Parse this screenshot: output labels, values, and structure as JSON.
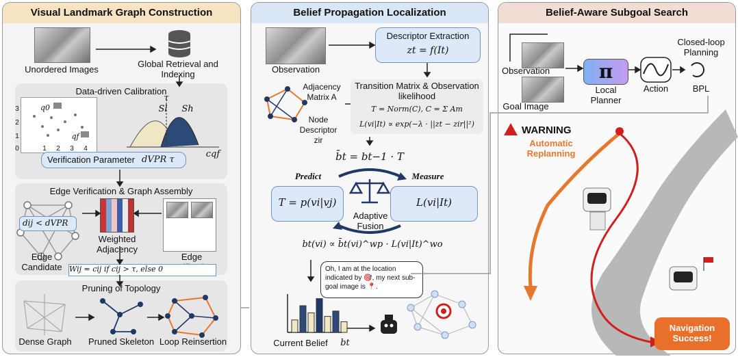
{
  "panels": {
    "left_title": "Visual Landmark Graph Construction",
    "mid_title": "Belief Propagation Localization",
    "right_title": "Belief-Aware Subgoal Search"
  },
  "left": {
    "unordered_images": "Unordered Images",
    "global_retrieval": "Global Retrieval and Indexing",
    "calibration_title": "Data-driven Calibration",
    "yticks": [
      "3",
      "2",
      "1",
      "0"
    ],
    "xticks": [
      "1",
      "2",
      "3",
      "4"
    ],
    "q0": "q0",
    "qf": "qf",
    "sl": "Sl",
    "sh": "Sh",
    "tau": "τ",
    "cqf": "cqf",
    "verification_param": "Verification Parameter",
    "verification_math": "dVPR  τ",
    "edge_title": "Edge Verification & Graph Assembly",
    "dij": "dij < dVPR",
    "weighted_adjacency": "Weighted Adjacency",
    "edge_candidate": "Edge Candidate",
    "edge_verification": "Edge Verification",
    "weight_formula": "Wij = cij   if  cij > τ,  else 0",
    "pruning_title": "Pruning of Topology",
    "dense_graph": "Dense Graph",
    "pruned_skeleton": "Pruned Skeleton",
    "loop_reinsertion": "Loop Reinsertion"
  },
  "mid": {
    "observation": "Observation",
    "descriptor_extraction": "Descriptor Extraction",
    "descriptor_formula": "zt = f(It)",
    "adjacency_matrix": "Adjacency Matrix A",
    "node_descriptor": "Node Descriptor zir",
    "transition_title": "Transition Matrix & Observation likelihood",
    "transition_formula": "T = Norm(C),  C = Σ Am",
    "likelihood_formula": "L(vi|It) ∝ exp(−λ · ||zt − zir||²)",
    "prior_formula": "b̄t = bt−1 · T",
    "predict": "Predict",
    "measure": "Measure",
    "predict_formula": "T = p(vi|vj)",
    "measure_formula": "L(vi|It)",
    "adaptive_fusion": "Adaptive Fusion",
    "posterior_formula": "bt(vi) ∝ b̄t(vi)^wp · L(vi|It)^wo",
    "speech": "Oh, I am at the location indicated by 🎯, my next sub-goal image is 📍.",
    "current_belief": "Current Belief",
    "belief_symbol": "bt",
    "belief_bars": [
      0.35,
      0.75,
      0.55,
      0.95,
      0.45,
      0.6,
      0.3
    ]
  },
  "right": {
    "observation": "Observation",
    "goal_image": "Goal Image",
    "pi": "π",
    "local_planner": "Local Planner",
    "action": "Action",
    "closed_loop": "Closed-loop Planning",
    "bpl": "BPL",
    "warning": "WARNING",
    "replanning": "Automatic Replanning",
    "success": "Navigation Success!"
  },
  "colors": {
    "left_head": "#f6e3c2",
    "mid_head": "#d9e6f6",
    "right_head": "#f1ddd3",
    "orange": "#e8772e",
    "navy": "#1f3866",
    "red": "#d0201e",
    "success_bg": "#e8702a"
  }
}
